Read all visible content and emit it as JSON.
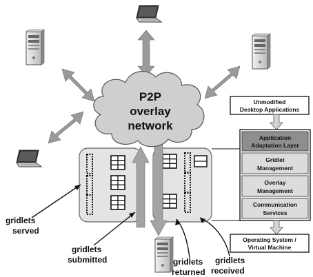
{
  "cloud": {
    "line1": "P2P",
    "line2": "overlay",
    "line3": "network"
  },
  "labels": {
    "served": [
      "gridlets",
      "served"
    ],
    "submitted": [
      "gridlets",
      "submitted"
    ],
    "returned": [
      "gridlets",
      "returned"
    ],
    "received": [
      "gridlets",
      "received"
    ]
  },
  "stack": {
    "top": [
      "Unmodified",
      "Desktop Applications"
    ],
    "layers": [
      [
        "Application",
        "Adaptation Layer"
      ],
      [
        "Gridlet",
        "Management"
      ],
      [
        "Overlay",
        "Management"
      ],
      [
        "Communication",
        "Services"
      ]
    ],
    "bottom": [
      "Operating System /",
      "Virtual Machine"
    ]
  },
  "colors": {
    "arrow": "#9a9a9a",
    "cloud": "#cfcfcf",
    "panel": "#e4e4e4",
    "layer_dark": "#8e8e8e",
    "layer_light": "#dcdcdc"
  }
}
